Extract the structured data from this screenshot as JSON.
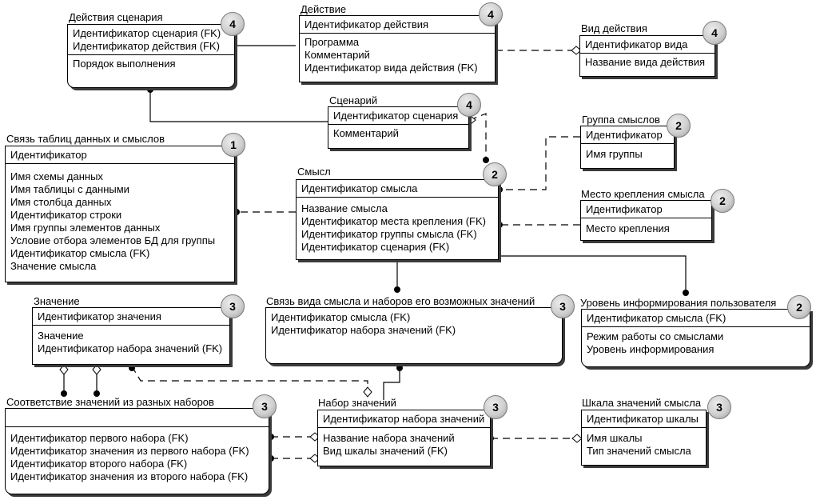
{
  "entities": {
    "scenario_actions": {
      "title": "Действия сценария",
      "key": [
        "Идентификатор сценария (FK)",
        "Идентификатор действия (FK)"
      ],
      "attributes": [
        "Порядок выполнения"
      ],
      "badge": "4"
    },
    "action": {
      "title": "Действие",
      "key": [
        "Идентификатор действия"
      ],
      "attributes": [
        "Программа",
        "Комментарий",
        "Идентификатор вида действия (FK)"
      ],
      "badge": "4"
    },
    "action_type": {
      "title": "Вид действия",
      "key": [
        "Идентификатор вида"
      ],
      "attributes": [
        "Название вида действия"
      ],
      "badge": "4"
    },
    "scenario": {
      "title": "Сценарий",
      "key": [
        "Идентификатор сценария"
      ],
      "attributes": [
        "Комментарий"
      ],
      "badge": "4"
    },
    "table_meaning_link": {
      "title": "Связь таблиц данных и смыслов",
      "key": [
        "Идентификатор"
      ],
      "attributes": [
        "Имя схемы данных",
        "Имя таблицы с данными",
        "Имя столбца данных",
        "Идентификатор строки",
        "Имя группы элементов данных",
        "Условие отбора элементов БД для группы",
        "Идентификатор смысла (FK)",
        "Значение смысла"
      ],
      "badge": "1"
    },
    "meaning_group": {
      "title": "Группа смыслов",
      "key": [
        "Идентификатор"
      ],
      "attributes": [
        "Имя группы"
      ],
      "badge": "2"
    },
    "meaning": {
      "title": "Смысл",
      "key": [
        "Идентификатор смысла"
      ],
      "attributes": [
        "Название смысла",
        "Идентификатор места крепления (FK)",
        "Идентификатор группы смысла (FK)",
        "Идентификатор сценария (FK)"
      ],
      "badge": "2"
    },
    "attach_place": {
      "title": "Место крепления смысла",
      "key": [
        "Идентификатор"
      ],
      "attributes": [
        "Место крепления"
      ],
      "badge": "2"
    },
    "value": {
      "title": "Значение",
      "key": [
        "Идентификатор значения"
      ],
      "attributes": [
        "Значение",
        "Идентификатор набора значений (FK)"
      ],
      "badge": "3"
    },
    "meaning_valueset_link": {
      "title": "Связь вида смысла и наборов его возможных значений",
      "key": [
        "Идентификатор смысла (FK)",
        "Идентификатор набора значений (FK)"
      ],
      "attributes": [],
      "badge": "3"
    },
    "user_info_level": {
      "title": "Уровень информирования пользователя",
      "key": [
        "Идентификатор смысла (FK)"
      ],
      "attributes": [
        "Режим работы со смыслами",
        "Уровень информирования"
      ],
      "badge": "2"
    },
    "value_correspondence": {
      "title": "Соответствие значений из разных наборов",
      "key": [],
      "attributes": [
        "Идентификатор первого набора (FK)",
        "Идентификатор значения из первого набора (FK)",
        "Идентификатор второго набора (FK)",
        "Идентификатор значения из второго набора (FK)"
      ],
      "badge": "3"
    },
    "value_set": {
      "title": "Набор значений",
      "key": [
        "Идентификатор набора значений"
      ],
      "attributes": [
        "Название набора значений",
        "Вид шкалы значений (FK)"
      ],
      "badge": "3"
    },
    "meaning_scale": {
      "title": "Шкала значений смысла",
      "key": [
        "Идентификатор шкалы"
      ],
      "attributes": [
        "Имя шкалы",
        "Тип значений смысла"
      ],
      "badge": "3"
    }
  }
}
